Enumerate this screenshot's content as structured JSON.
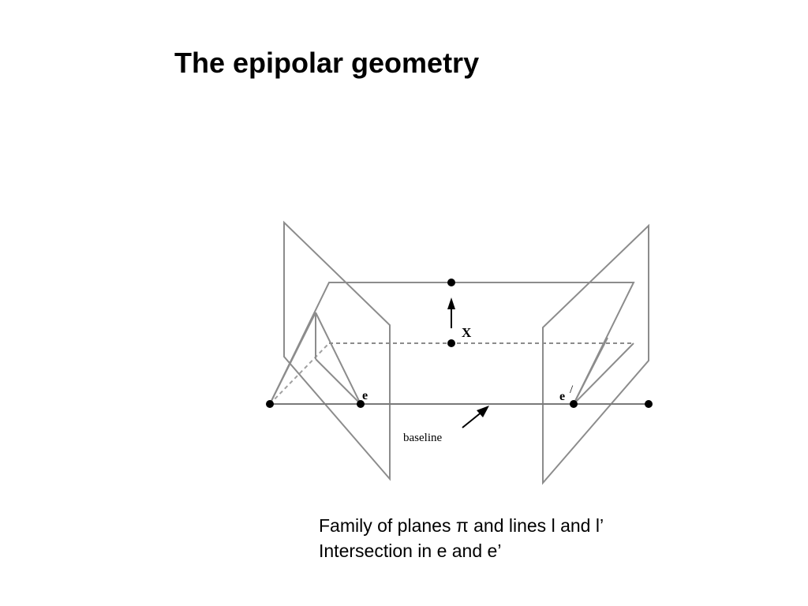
{
  "slide": {
    "title": "The epipolar geometry"
  },
  "diagram": {
    "labels": {
      "point": "X",
      "epipole_left": "e",
      "epipole_right": "e",
      "epipole_right_prime": "/",
      "baseline": "baseline"
    }
  },
  "caption": {
    "line1": "Family of planes π and lines l and l’",
    "line2": "Intersection in e and e’"
  },
  "colors": {
    "line": "#8c8c8c",
    "dashed": "#a0a0a0",
    "point": "#000000"
  }
}
